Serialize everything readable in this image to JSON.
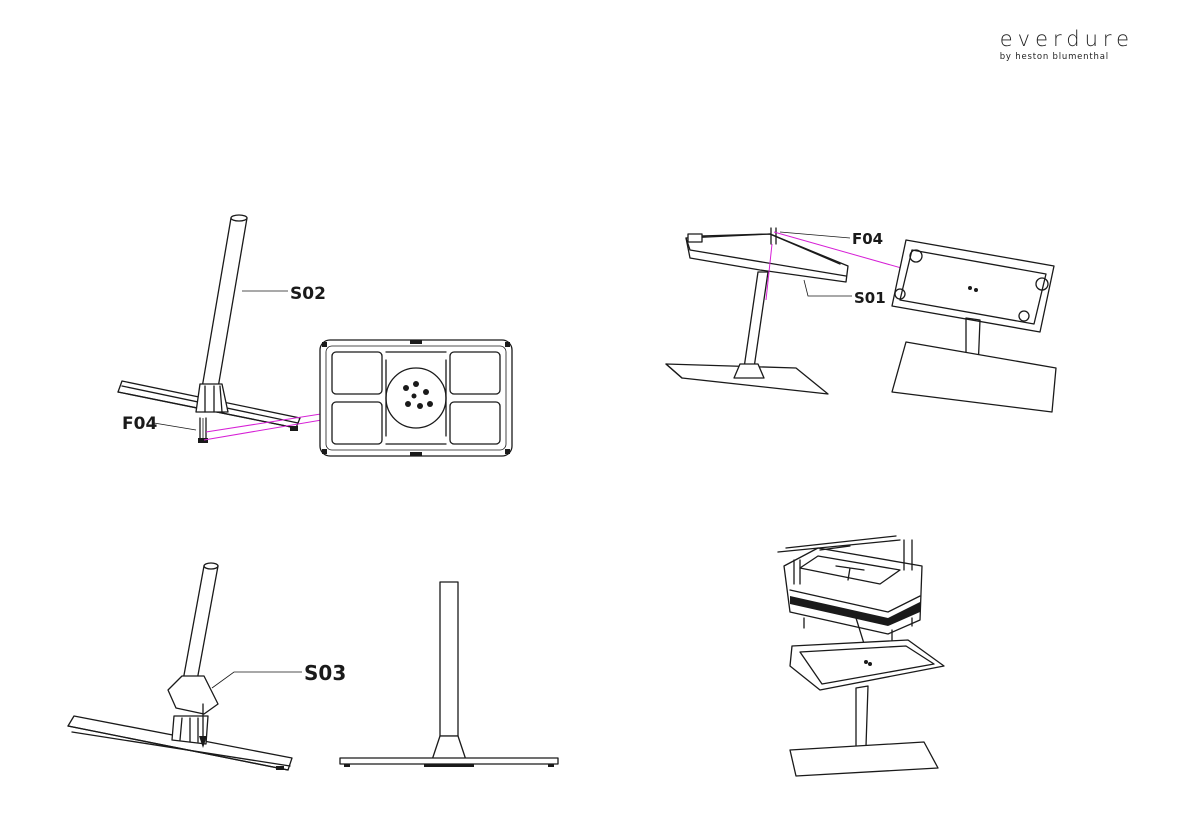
{
  "brand": {
    "name": "everdure",
    "subtitle": "by heston blumenthal"
  },
  "callouts": {
    "step1_pole": "S02",
    "step1_screw": "F04",
    "step2_screw": "F04",
    "step2_plate": "S01",
    "step3_cover": "S03"
  },
  "colors": {
    "guide_line": "#d61fd6",
    "line_art": "#1a1a1a"
  }
}
